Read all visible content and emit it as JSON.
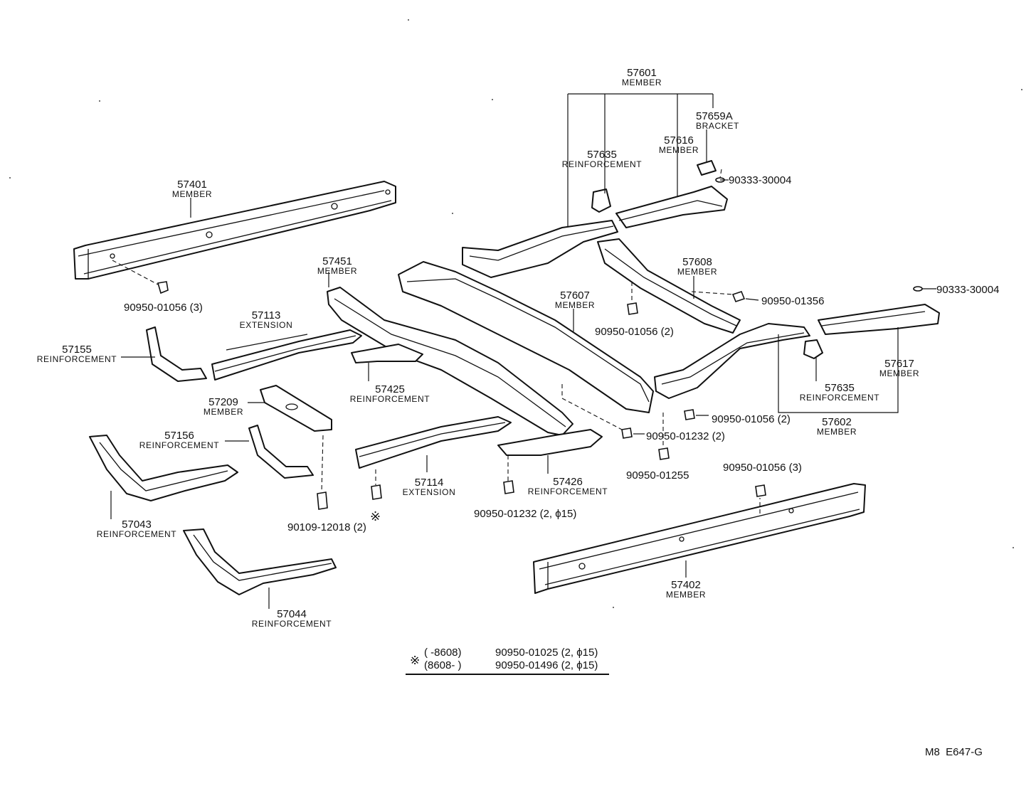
{
  "parts": [
    {
      "id": "p57601",
      "number": "57601",
      "name": "MEMBER"
    },
    {
      "id": "p57659a",
      "number": "57659A",
      "name": "BRACKET"
    },
    {
      "id": "p57616",
      "number": "57616",
      "name": "MEMBER"
    },
    {
      "id": "p57635a",
      "number": "57635",
      "name": "REINFORCEMENT"
    },
    {
      "id": "p57401",
      "number": "57401",
      "name": "MEMBER"
    },
    {
      "id": "p57451",
      "number": "57451",
      "name": "MEMBER"
    },
    {
      "id": "p57608",
      "number": "57608",
      "name": "MEMBER"
    },
    {
      "id": "p57607",
      "number": "57607",
      "name": "MEMBER"
    },
    {
      "id": "p57113",
      "number": "57113",
      "name": "EXTENSION"
    },
    {
      "id": "p57155",
      "number": "57155",
      "name": "REINFORCEMENT"
    },
    {
      "id": "p57425",
      "number": "57425",
      "name": "REINFORCEMENT"
    },
    {
      "id": "p57209",
      "number": "57209",
      "name": "MEMBER"
    },
    {
      "id": "p57617",
      "number": "57617",
      "name": "MEMBER"
    },
    {
      "id": "p57635b",
      "number": "57635",
      "name": "REINFORCEMENT"
    },
    {
      "id": "p57602",
      "number": "57602",
      "name": "MEMBER"
    },
    {
      "id": "p57156",
      "number": "57156",
      "name": "REINFORCEMENT"
    },
    {
      "id": "p57114",
      "number": "57114",
      "name": "EXTENSION"
    },
    {
      "id": "p57426",
      "number": "57426",
      "name": "REINFORCEMENT"
    },
    {
      "id": "p57043",
      "number": "57043",
      "name": "REINFORCEMENT"
    },
    {
      "id": "p57402",
      "number": "57402",
      "name": "MEMBER"
    },
    {
      "id": "p57044",
      "number": "57044",
      "name": "REINFORCEMENT"
    }
  ],
  "hardware": [
    {
      "id": "h1",
      "text": "90333-30004"
    },
    {
      "id": "h2",
      "text": "90950-01356"
    },
    {
      "id": "h3",
      "text": "90333-30004"
    },
    {
      "id": "h4",
      "text": "90950-01056 (3)"
    },
    {
      "id": "h5",
      "text": "90950-01056 (2)"
    },
    {
      "id": "h6",
      "text": "90950-01056 (2)"
    },
    {
      "id": "h7",
      "text": "90950-01232 (2)"
    },
    {
      "id": "h8",
      "text": "90950-01255"
    },
    {
      "id": "h9",
      "text": "90950-01056 (3)"
    },
    {
      "id": "h10",
      "text": "90109-12018 (2)"
    },
    {
      "id": "h11",
      "text": "90950-01232 (2, ϕ15)"
    }
  ],
  "footnote": {
    "symbol": "※",
    "lines": [
      {
        "range": "(       -8608)",
        "part": "90950-01025 (2, ϕ15)"
      },
      {
        "range": "(8608-       )",
        "part": "90950-01496 (2, ϕ15)"
      }
    ]
  },
  "drawing_code": "M8  E647-G"
}
